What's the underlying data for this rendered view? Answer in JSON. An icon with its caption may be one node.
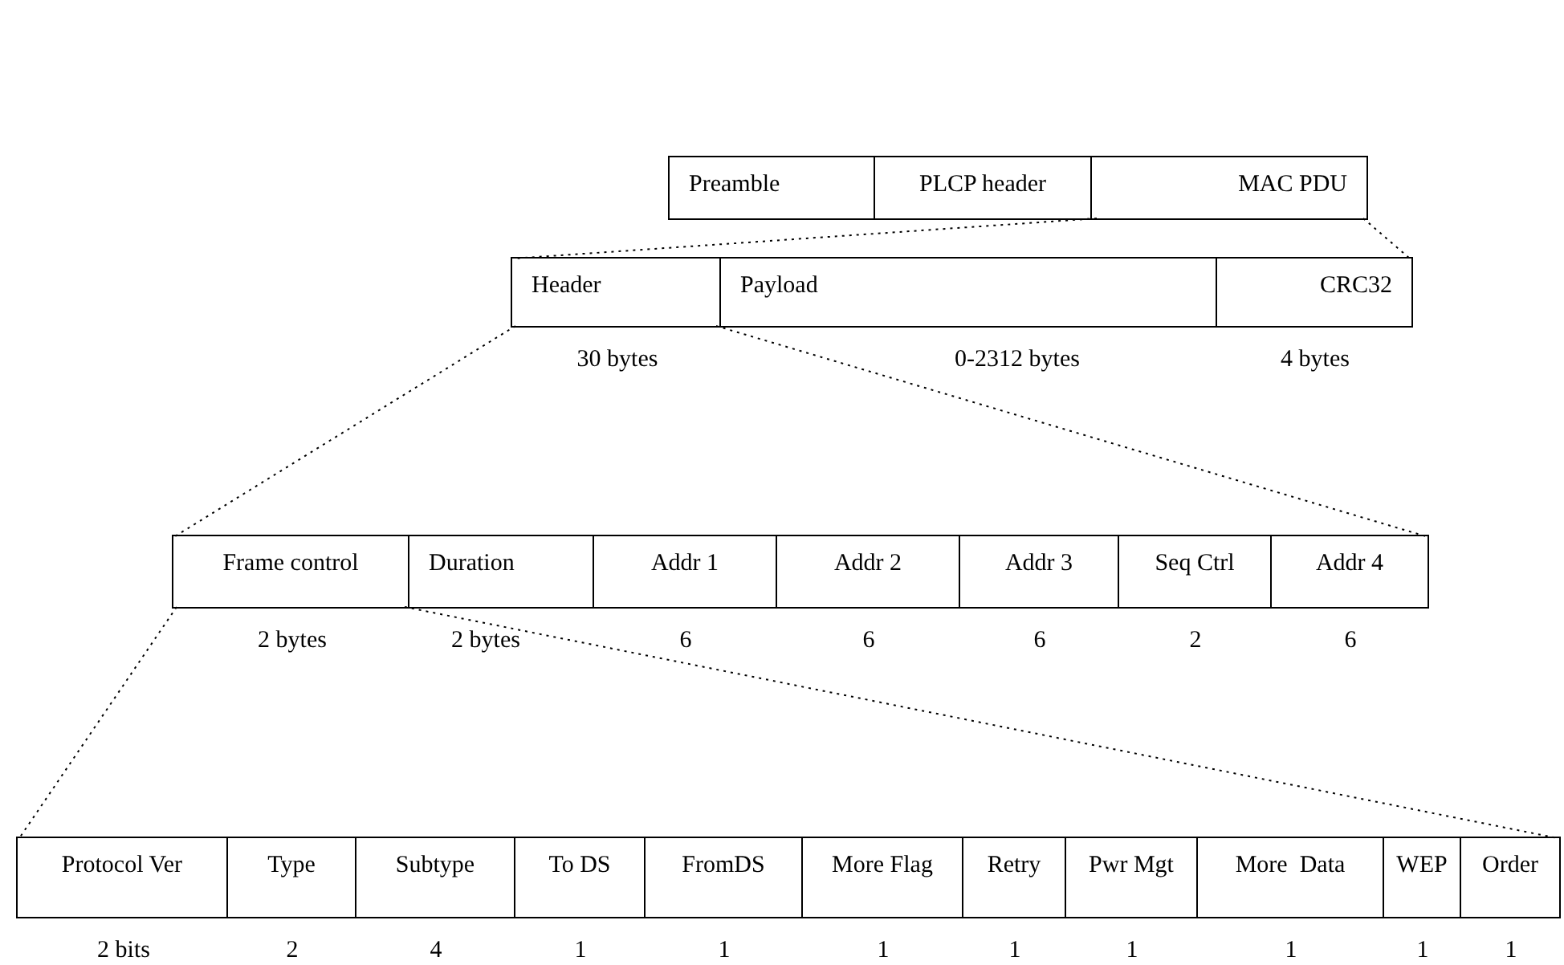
{
  "diagram": {
    "nodes": [
      {
        "text": [
          "Preamble"
        ]
      },
      {
        "text": [
          "PLCP header"
        ]
      },
      {
        "text": [
          "MAC PDU"
        ]
      },
      {
        "text": [
          "Header"
        ],
        "beside": [
          "30 bytes"
        ]
      },
      {
        "text": [
          "Payload"
        ],
        "beside": [
          "0-2312 bytes"
        ]
      },
      {
        "text": [
          "CRC32"
        ],
        "beside": [
          "4 bytes"
        ]
      },
      {
        "text": [
          "Frame control"
        ],
        "beside": [
          "2 bytes"
        ]
      },
      {
        "text": [
          "Duration"
        ],
        "beside": [
          "2 bytes"
        ]
      },
      {
        "text": [
          "Addr 1"
        ],
        "beside": [
          "6"
        ]
      },
      {
        "text": [
          "Addr 2"
        ],
        "beside": [
          "6"
        ]
      },
      {
        "text": [
          "Addr 3"
        ],
        "beside": [
          "6"
        ]
      },
      {
        "text": [
          "Seq Ctrl"
        ],
        "beside": [
          "2"
        ]
      },
      {
        "text": [
          "Addr 4"
        ],
        "beside": [
          "6"
        ]
      },
      {
        "text": [
          "Protocol Ver"
        ],
        "beside": [
          "2 bits"
        ]
      },
      {
        "text": [
          "Type"
        ],
        "beside": [
          "2"
        ]
      },
      {
        "text": [
          "Subtype"
        ],
        "beside": [
          "4"
        ]
      },
      {
        "text": [
          "To DS"
        ],
        "beside": [
          "1"
        ]
      },
      {
        "text": [
          "FromDS"
        ],
        "beside": [
          "1"
        ]
      },
      {
        "text": [
          "More Flag"
        ],
        "beside": [
          "1"
        ]
      },
      {
        "text": [
          "Retry"
        ],
        "beside": [
          "1"
        ]
      },
      {
        "text": [
          "Pwr Mgt"
        ],
        "beside": [
          "1"
        ]
      },
      {
        "text": [
          "More  Data"
        ],
        "beside": [
          "1"
        ]
      },
      {
        "text": [
          "WEP"
        ],
        "beside": [
          "1"
        ]
      },
      {
        "text": [
          "Order"
        ],
        "beside": [
          "1"
        ]
      }
    ],
    "edges": [
      {
        "from": 2,
        "to": 3,
        "arrow": "none",
        "style": "dashed"
      },
      {
        "from": 2,
        "to": 5,
        "arrow": "none",
        "style": "dashed"
      },
      {
        "from": 3,
        "to": 6,
        "arrow": "none",
        "style": "dashed"
      },
      {
        "from": 3,
        "to": 12,
        "arrow": "none",
        "style": "dashed"
      },
      {
        "from": 6,
        "to": 13,
        "arrow": "none",
        "style": "dashed"
      },
      {
        "from": 6,
        "to": 23,
        "arrow": "none",
        "style": "dashed"
      }
    ]
  }
}
